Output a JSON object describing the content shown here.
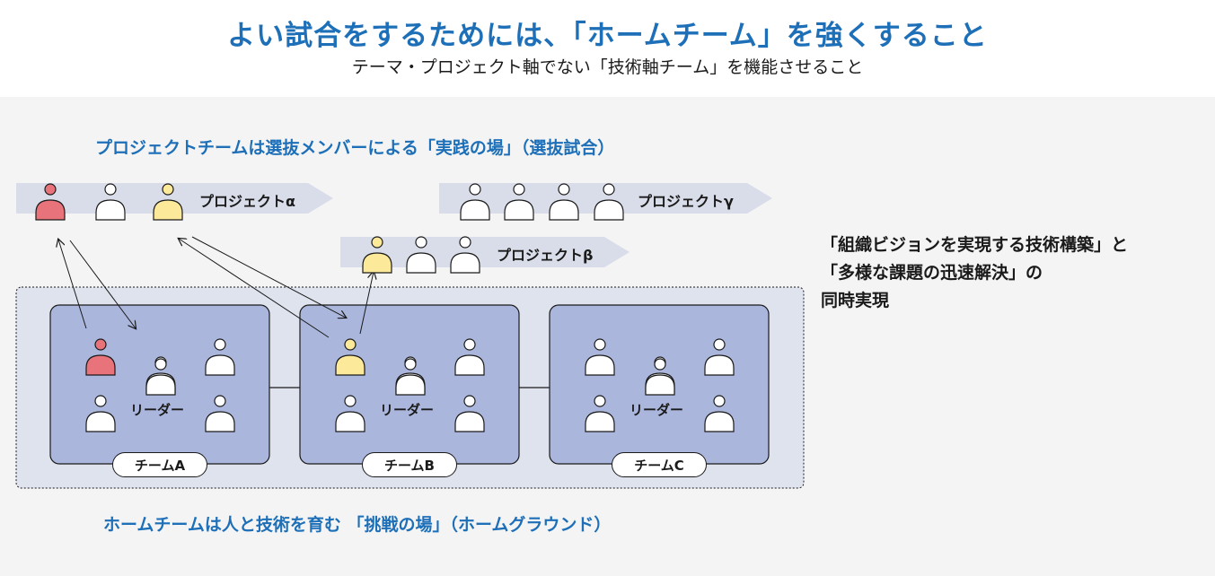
{
  "header": {
    "title": "よい試合をするためには、「ホームチーム」を強くすること",
    "subtitle": "テーマ・プロジェクト軸でない「技術軸チーム」を機能させること"
  },
  "project_section": {
    "label": "プロジェクトチームは選抜メンバーによる「実践の場」（選抜試合）",
    "projects": {
      "alpha": "プロジェクトα",
      "beta": "プロジェクトβ",
      "gamma": "プロジェクトγ"
    }
  },
  "teams": {
    "a": {
      "name": "チームA",
      "leader": "リーダー"
    },
    "b": {
      "name": "チームB",
      "leader": "リーダー"
    },
    "c": {
      "name": "チームC",
      "leader": "リーダー"
    }
  },
  "home_section": {
    "label": "ホームチームは人と技術を育む 「挑戦の場」（ホームグラウンド）"
  },
  "goal": {
    "line1": "「組織ビジョンを実現する技術構築」と",
    "line2": "「多様な課題の迅速解決」の",
    "line3": "同時実現"
  },
  "colors": {
    "accent_blue": "#1d6fb8",
    "person_red": "#e8737b",
    "person_yellow": "#fde99a",
    "person_white": "#ffffff",
    "team_box": "#aab6dc",
    "home_area": "#dfe3ee",
    "project_arrow": "#d9dde9"
  }
}
